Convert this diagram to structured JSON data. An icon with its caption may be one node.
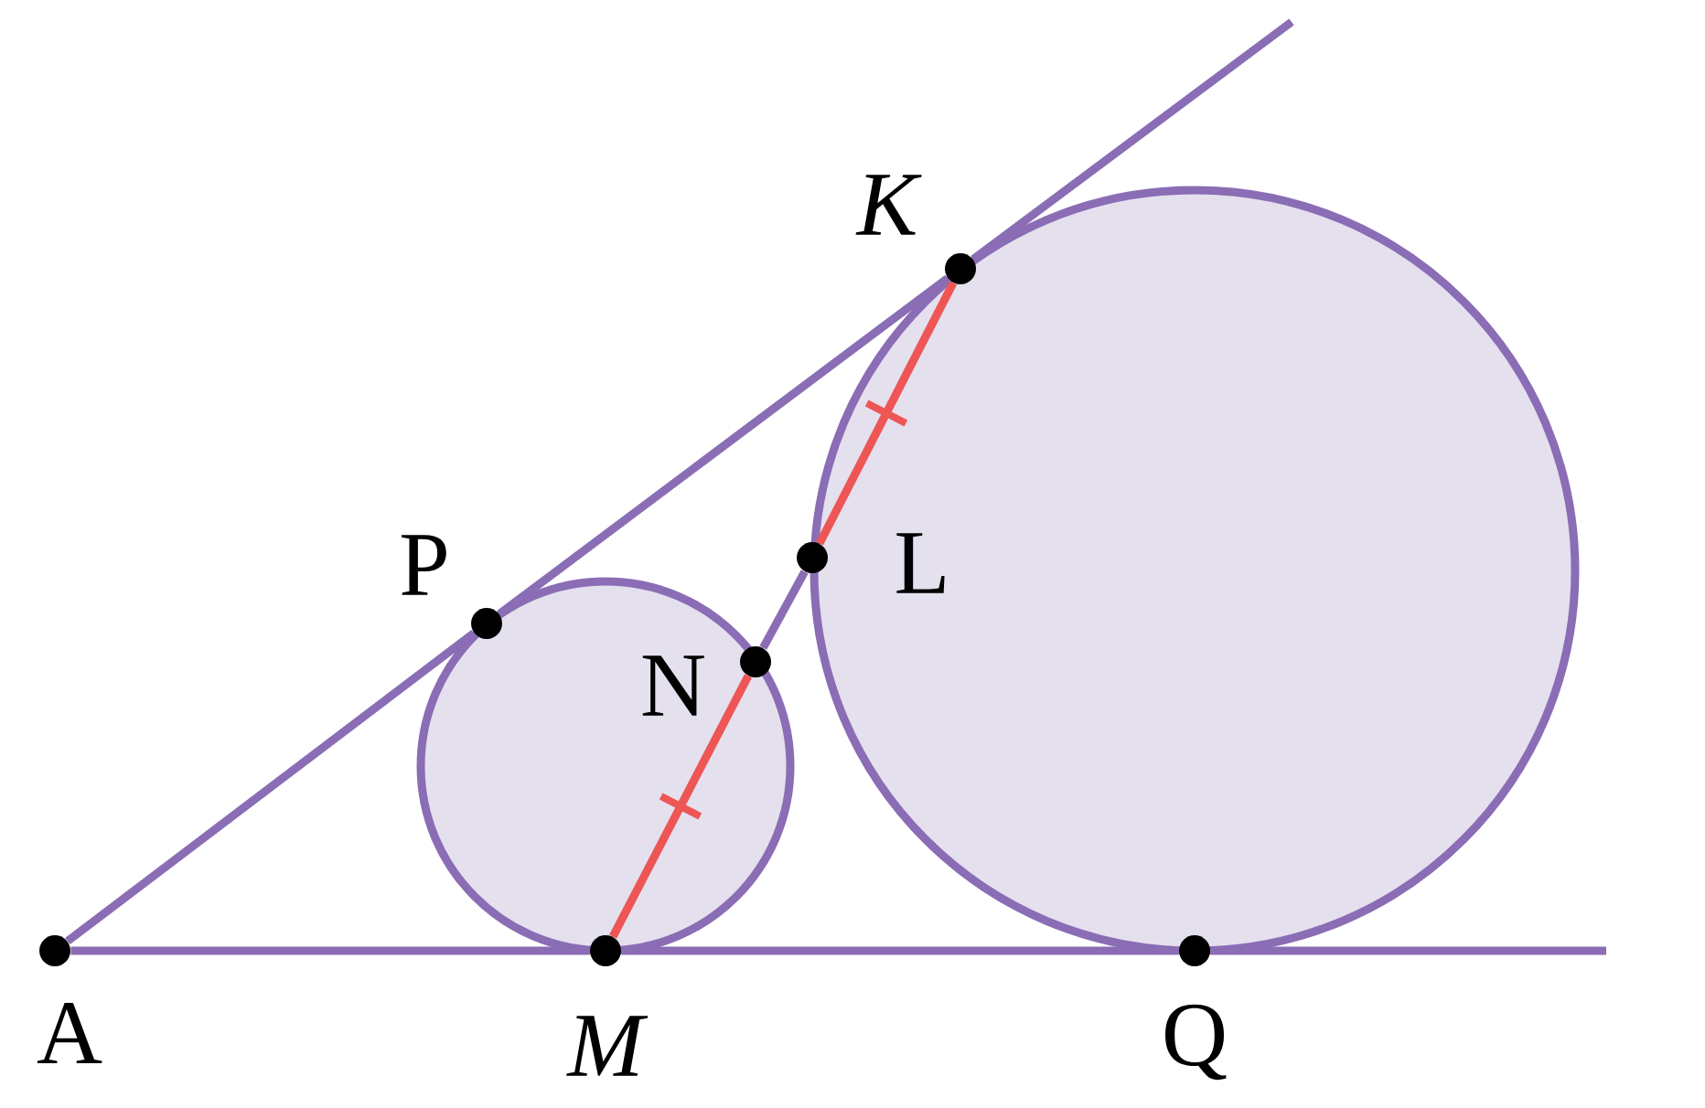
{
  "diagram": {
    "nodes": [
      {
        "text": [
          "A"
        ]
      },
      {
        "text": [
          "P"
        ]
      },
      {
        "text": [
          "K"
        ]
      },
      {
        "text": [
          "M"
        ]
      },
      {
        "text": [
          "N"
        ]
      },
      {
        "text": [
          "L"
        ]
      },
      {
        "text": [
          "Q"
        ]
      }
    ],
    "edges": [
      {
        "from": 0,
        "to": 1,
        "arrow": "none"
      },
      {
        "from": 1,
        "to": 2,
        "arrow": "none"
      },
      {
        "from": 2,
        "to": null,
        "arrow": "none"
      },
      {
        "from": 0,
        "to": 3,
        "arrow": "none"
      },
      {
        "from": 3,
        "to": 6,
        "arrow": "none"
      },
      {
        "from": 6,
        "to": null,
        "arrow": "none"
      },
      {
        "from": 3,
        "to": 4,
        "arrow": "none",
        "color": "#ee5555"
      },
      {
        "from": 4,
        "to": 5,
        "arrow": "none"
      },
      {
        "from": 5,
        "to": 2,
        "arrow": "none",
        "color": "#ee5555"
      }
    ]
  }
}
